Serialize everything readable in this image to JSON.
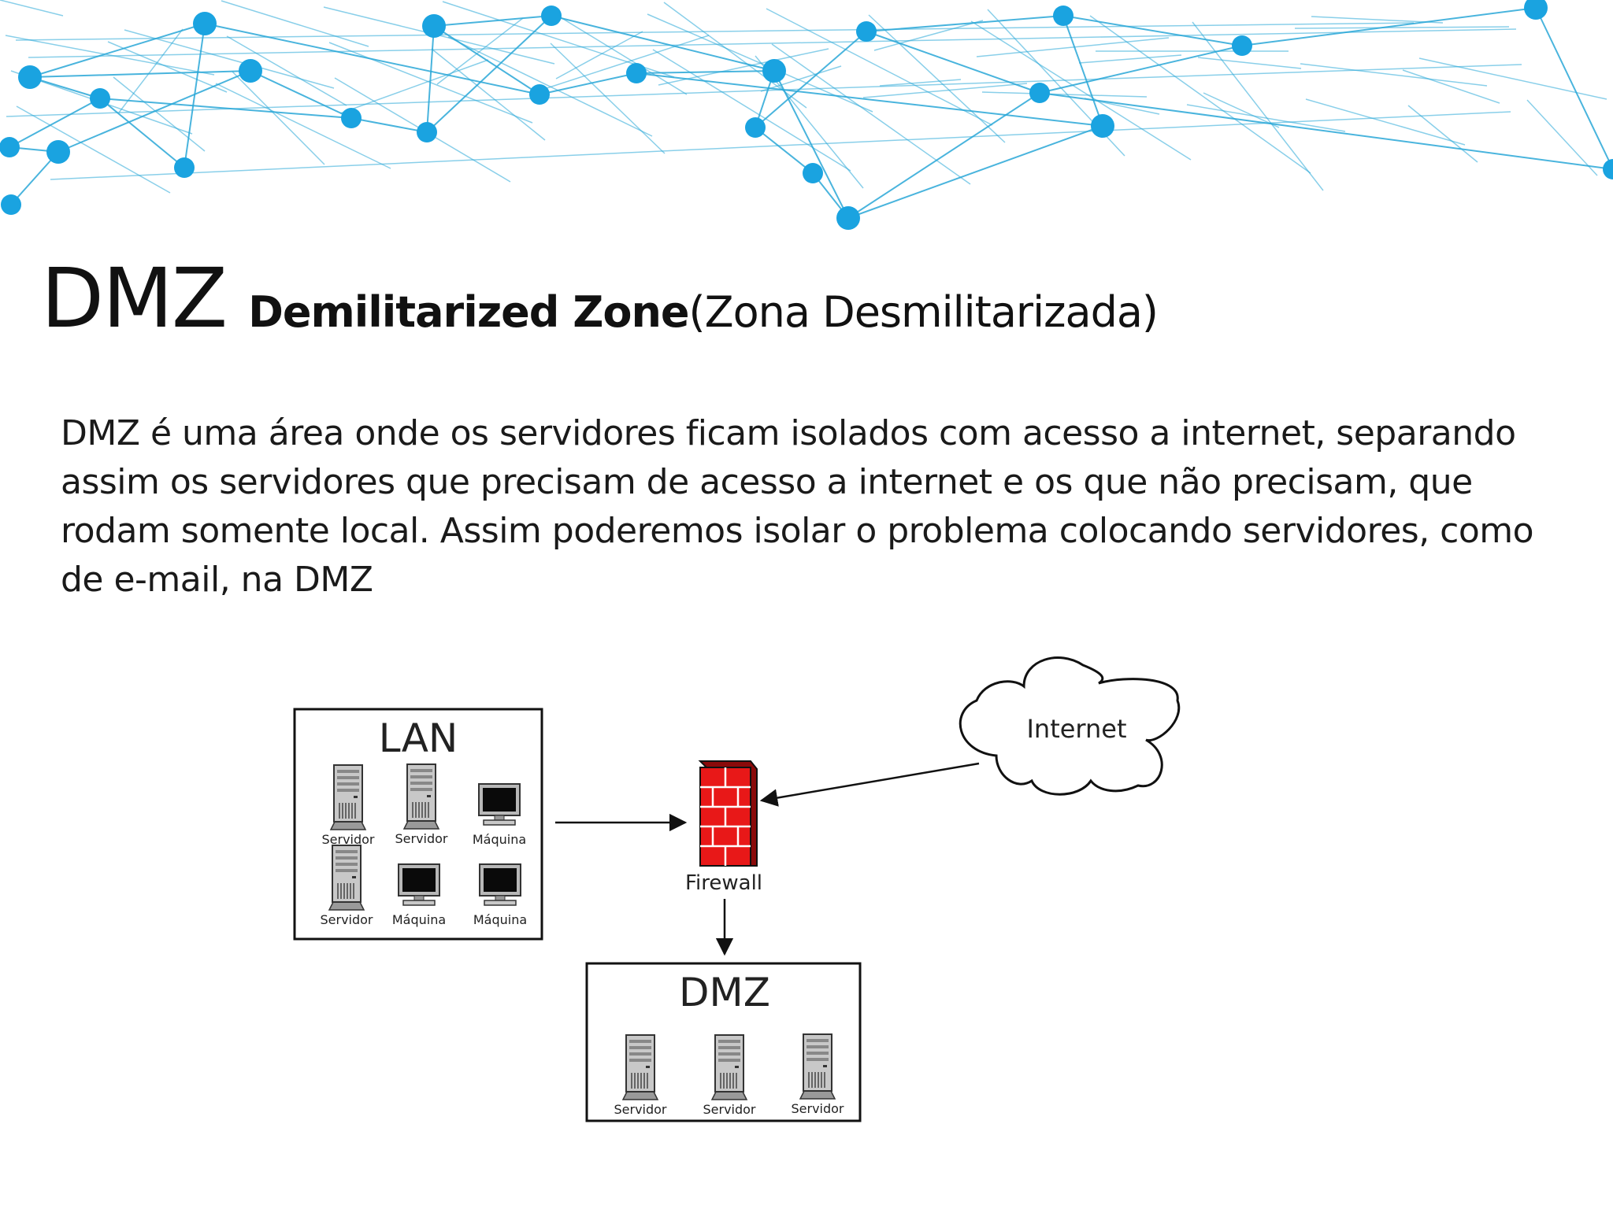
{
  "slide": {
    "title_main": "DMZ",
    "title_bold": "Demilitarized Zone",
    "title_paren": "(Zona Desmilitarizada)",
    "body": "DMZ é uma área onde os servidores ficam isolados com acesso a internet, separando assim os servidores que precisam de acesso a internet e os que não precisam, que rodam somente local. Assim poderemos isolar o problema colocando servidores, como de e-mail, na DMZ"
  },
  "diagram": {
    "lan": {
      "title": "LAN",
      "devices": [
        {
          "type": "server",
          "label": "Servidor"
        },
        {
          "type": "server",
          "label": "Servidor"
        },
        {
          "type": "machine",
          "label": "Máquina"
        },
        {
          "type": "server",
          "label": "Servidor"
        },
        {
          "type": "machine",
          "label": "Máquina"
        },
        {
          "type": "machine",
          "label": "Máquina"
        }
      ]
    },
    "firewall": {
      "label": "Firewall",
      "color": "#e81818"
    },
    "internet": {
      "label": "Internet"
    },
    "dmz": {
      "title": "DMZ",
      "devices": [
        {
          "type": "server",
          "label": "Servidor"
        },
        {
          "type": "server",
          "label": "Servidor"
        },
        {
          "type": "server",
          "label": "Servidor"
        }
      ]
    },
    "connections": [
      {
        "from": "LAN",
        "to": "Firewall"
      },
      {
        "from": "Internet",
        "to": "Firewall"
      },
      {
        "from": "Firewall",
        "to": "DMZ"
      }
    ]
  },
  "theme": {
    "accent": "#1aa3e0",
    "line": "#2aa8d8"
  }
}
